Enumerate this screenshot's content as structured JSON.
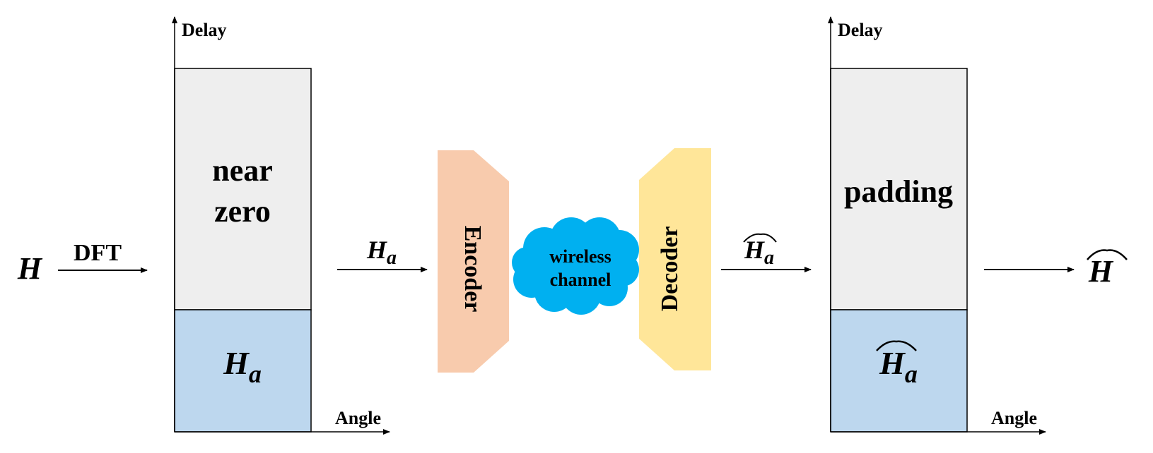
{
  "input": {
    "symbol": "H"
  },
  "transform": {
    "label": "DFT"
  },
  "left_matrix": {
    "y_axis": "Delay",
    "x_axis": "Angle",
    "top_line1": "near",
    "top_line2": "zero",
    "bottom": {
      "base": "H",
      "sub": "a"
    }
  },
  "truncated": {
    "base": "H",
    "sub": "a"
  },
  "encoder": {
    "label": "Encoder"
  },
  "channel": {
    "line1": "wireless",
    "line2": "channel"
  },
  "decoder": {
    "label": "Decoder"
  },
  "recovered_truncated": {
    "base": "H",
    "sub": "a"
  },
  "right_matrix": {
    "y_axis": "Delay",
    "x_axis": "Angle",
    "top": "padding",
    "bottom": {
      "base": "H",
      "sub": "a"
    }
  },
  "output": {
    "symbol": "H"
  },
  "colors": {
    "gray_block": "#eeeeee",
    "blue_block": "#bdd7ee",
    "encoder": "#f8cbad",
    "decoder": "#ffe699",
    "cloud": "#00b0f0"
  }
}
